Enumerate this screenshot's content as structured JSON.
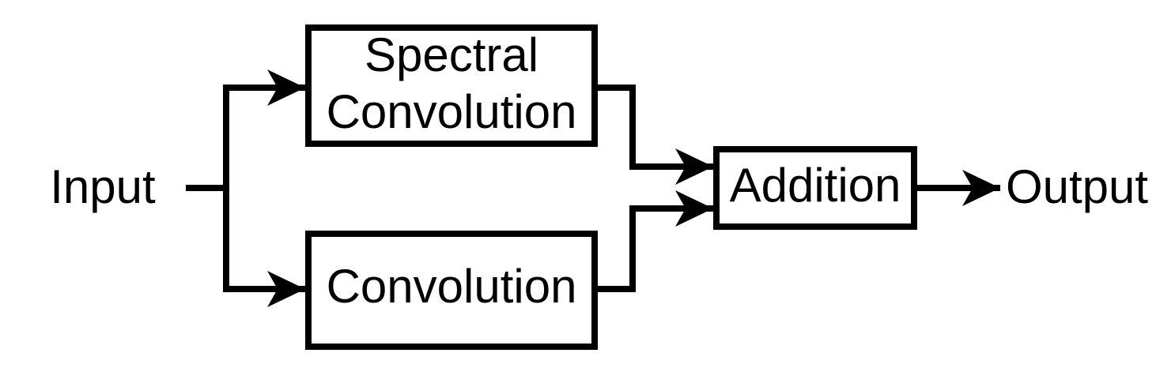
{
  "diagram": {
    "input_label": "Input",
    "output_label": "Output",
    "boxes": {
      "spectral": {
        "line1": "Spectral",
        "line2": "Convolution"
      },
      "convolution": {
        "label": "Convolution"
      },
      "addition": {
        "label": "Addition"
      }
    },
    "colors": {
      "stroke": "#000000",
      "box_fill": "#ffffff",
      "text": "#000000",
      "background": "#ffffff"
    }
  }
}
